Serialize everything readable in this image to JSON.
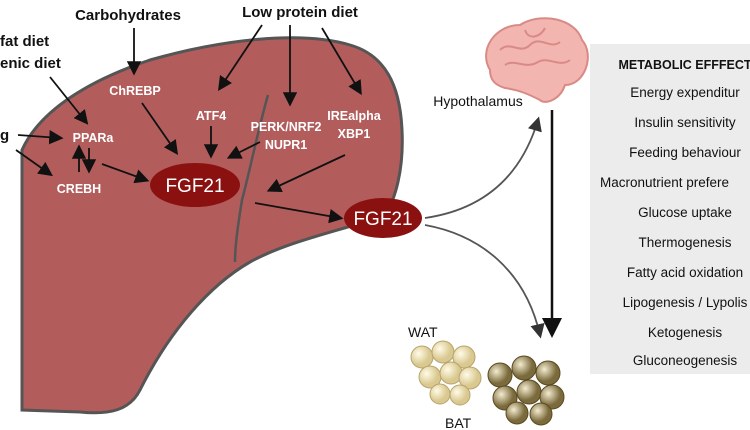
{
  "inputs": {
    "carbohydrates": "Carbohydrates",
    "low_protein": "Low protein diet",
    "high_fat_line1": "fat diet",
    "high_fat_line2": "enic diet",
    "fasting": "g"
  },
  "liver": {
    "chrebp": "ChREBP",
    "atf4": "ATF4",
    "perk_line1": "PERK/NRF2",
    "perk_line2": "NUPR1",
    "irealpha_line1": "IREalpha",
    "irealpha_line2": "XBP1",
    "ppara": "PPARa",
    "crebh": "CREBH",
    "fgf21": "FGF21"
  },
  "circulating": {
    "fgf21": "FGF21"
  },
  "targets": {
    "hypothalamus": "Hypothalamus",
    "wat": "WAT",
    "bat": "BAT"
  },
  "effects": {
    "title": "METABOLIC EFFFECT",
    "items": [
      "Energy expenditur",
      "Insulin sensitivity",
      "Feeding behaviour",
      "Macronutrient prefere",
      "Glucose uptake",
      "Thermogenesis",
      "Fatty acid oxidation",
      "Lipogenesis / Lypolis",
      "Ketogenesis",
      "Gluconeogenesis"
    ]
  },
  "colors": {
    "liver": "#b25d5c",
    "liver_outline": "#555555",
    "fgf21": "#8b1111",
    "panel": "#ececec"
  }
}
